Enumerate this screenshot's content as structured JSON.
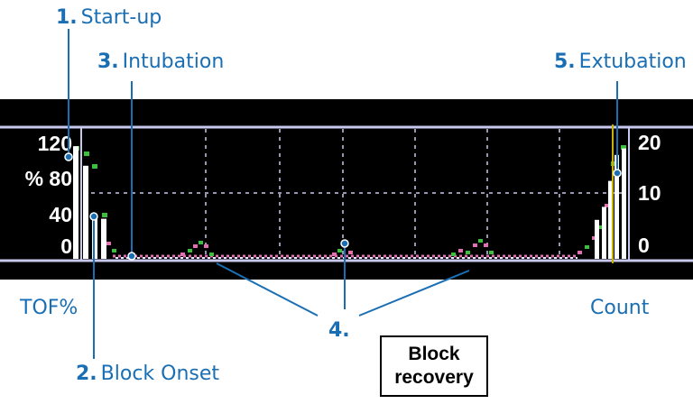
{
  "callouts": {
    "startup": {
      "num": "1.",
      "text": "Start-up"
    },
    "onset": {
      "num": "2.",
      "text": "Block Onset"
    },
    "intubation": {
      "num": "3.",
      "text": "Intubation"
    },
    "maintenance": {
      "num": "4.",
      "text": ""
    },
    "extubation": {
      "num": "5.",
      "text": "Extubation"
    }
  },
  "axis_captions": {
    "left": "TOF%",
    "right": "Count"
  },
  "left_axis": {
    "ticks": [
      "120",
      "% 80",
      "40",
      "0"
    ]
  },
  "right_axis": {
    "ticks": [
      "20",
      "10",
      "0"
    ]
  },
  "block_recovery": {
    "line1": "Block",
    "line2": "recovery"
  },
  "colors": {
    "callout": "#1a6fb4",
    "monitor_bg": "#000000",
    "frame": "#c8c8ee",
    "bar": "#ffffff",
    "green_marker": "#3cbf3c",
    "pink_marker": "#e070b0"
  },
  "chart_data": {
    "type": "bar",
    "left_ylim": [
      0,
      120
    ],
    "right_ylim": [
      0,
      20
    ],
    "tof_percent": [
      104,
      86,
      38,
      37
    ],
    "count_values": [
      6,
      8,
      12,
      16,
      17
    ]
  }
}
